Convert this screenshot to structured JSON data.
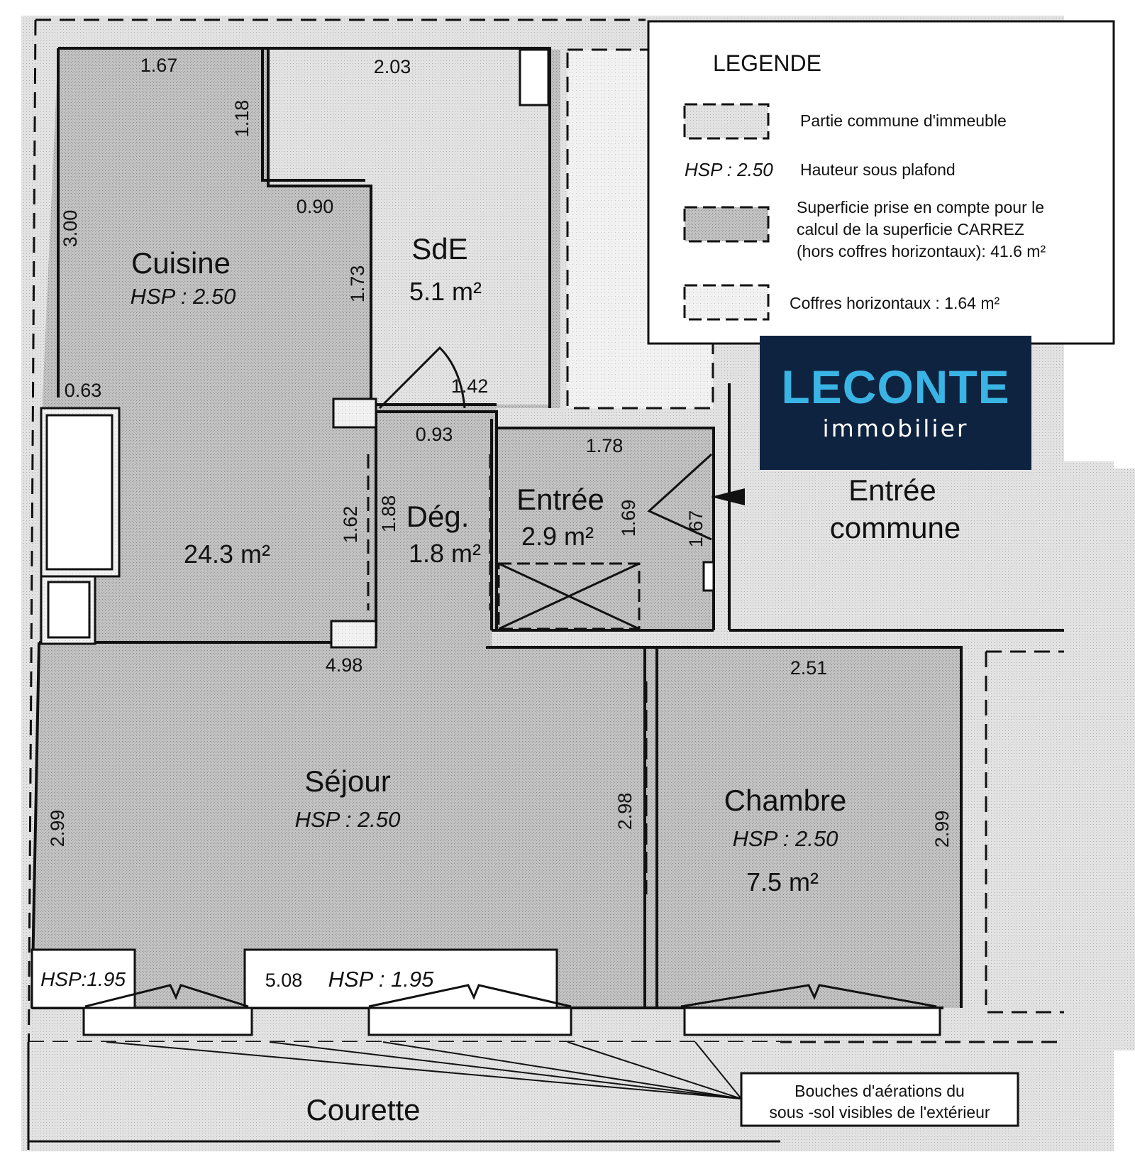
{
  "colors": {
    "carrez_fill": "#bdbdbd",
    "common_fill": "#dcdcdc",
    "coffre_fill": "#efefef",
    "wall": "#111111",
    "logo_bg": "#0e2340",
    "logo_accent": "#39b4e4"
  },
  "rooms": {
    "cuisine": {
      "name": "Cuisine",
      "hsp": "HSP : 2.50",
      "area": "24.3 m²"
    },
    "sde": {
      "name": "SdE",
      "area": "5.1 m²"
    },
    "deg": {
      "name": "Dég.",
      "area": "1.8 m²"
    },
    "entree": {
      "name": "Entrée",
      "area": "2.9 m²"
    },
    "sejour": {
      "name": "Séjour",
      "hsp": "HSP : 2.50"
    },
    "chambre": {
      "name": "Chambre",
      "hsp": "HSP : 2.50",
      "area": "7.5 m²"
    },
    "entree_commune": {
      "line1": "Entrée",
      "line2": "commune"
    },
    "courette": {
      "name": "Courette"
    }
  },
  "dimensions": {
    "cuisine_top": "1.67",
    "cuisine_notch_h": "1.18",
    "cuisine_height": "3.00",
    "cuisine_notch_w": "0.90",
    "sde_top": "2.03",
    "sde_left": "1.73",
    "sde_bottom": "1.42",
    "niche_width": "0.63",
    "deg_top": "0.93",
    "deg_left": "1.62",
    "deg_inner": "1.88",
    "entree_top": "1.78",
    "entree_height": "1.69",
    "entree_door": "1.67",
    "sejour_width_top": "4.98",
    "sejour_left": "2.99",
    "partition": "2.98",
    "chambre_top": "2.51",
    "chambre_right": "2.99",
    "sejour_bottom": "5.08"
  },
  "low_ceiling": {
    "left": "HSP:1.95",
    "center": "HSP : 1.95"
  },
  "legend": {
    "title": "LEGENDE",
    "common_part": "Partie commune d'immeuble",
    "hsp_example": "HSP : 2.50",
    "hsp_label": "Hauteur sous plafond",
    "carrez_line1": "Superficie prise en compte pour le",
    "carrez_line2": "calcul de la superficie CARREZ",
    "carrez_line3": "(hors coffres horizontaux): 41.6 m²",
    "coffres": "Coffres horizontaux : 1.64 m²"
  },
  "callout": {
    "line1": "Bouches d'aérations du",
    "line2": "sous -sol visibles de l'extérieur"
  },
  "logo": {
    "name": "LECONTE",
    "sub": "immobilier"
  }
}
